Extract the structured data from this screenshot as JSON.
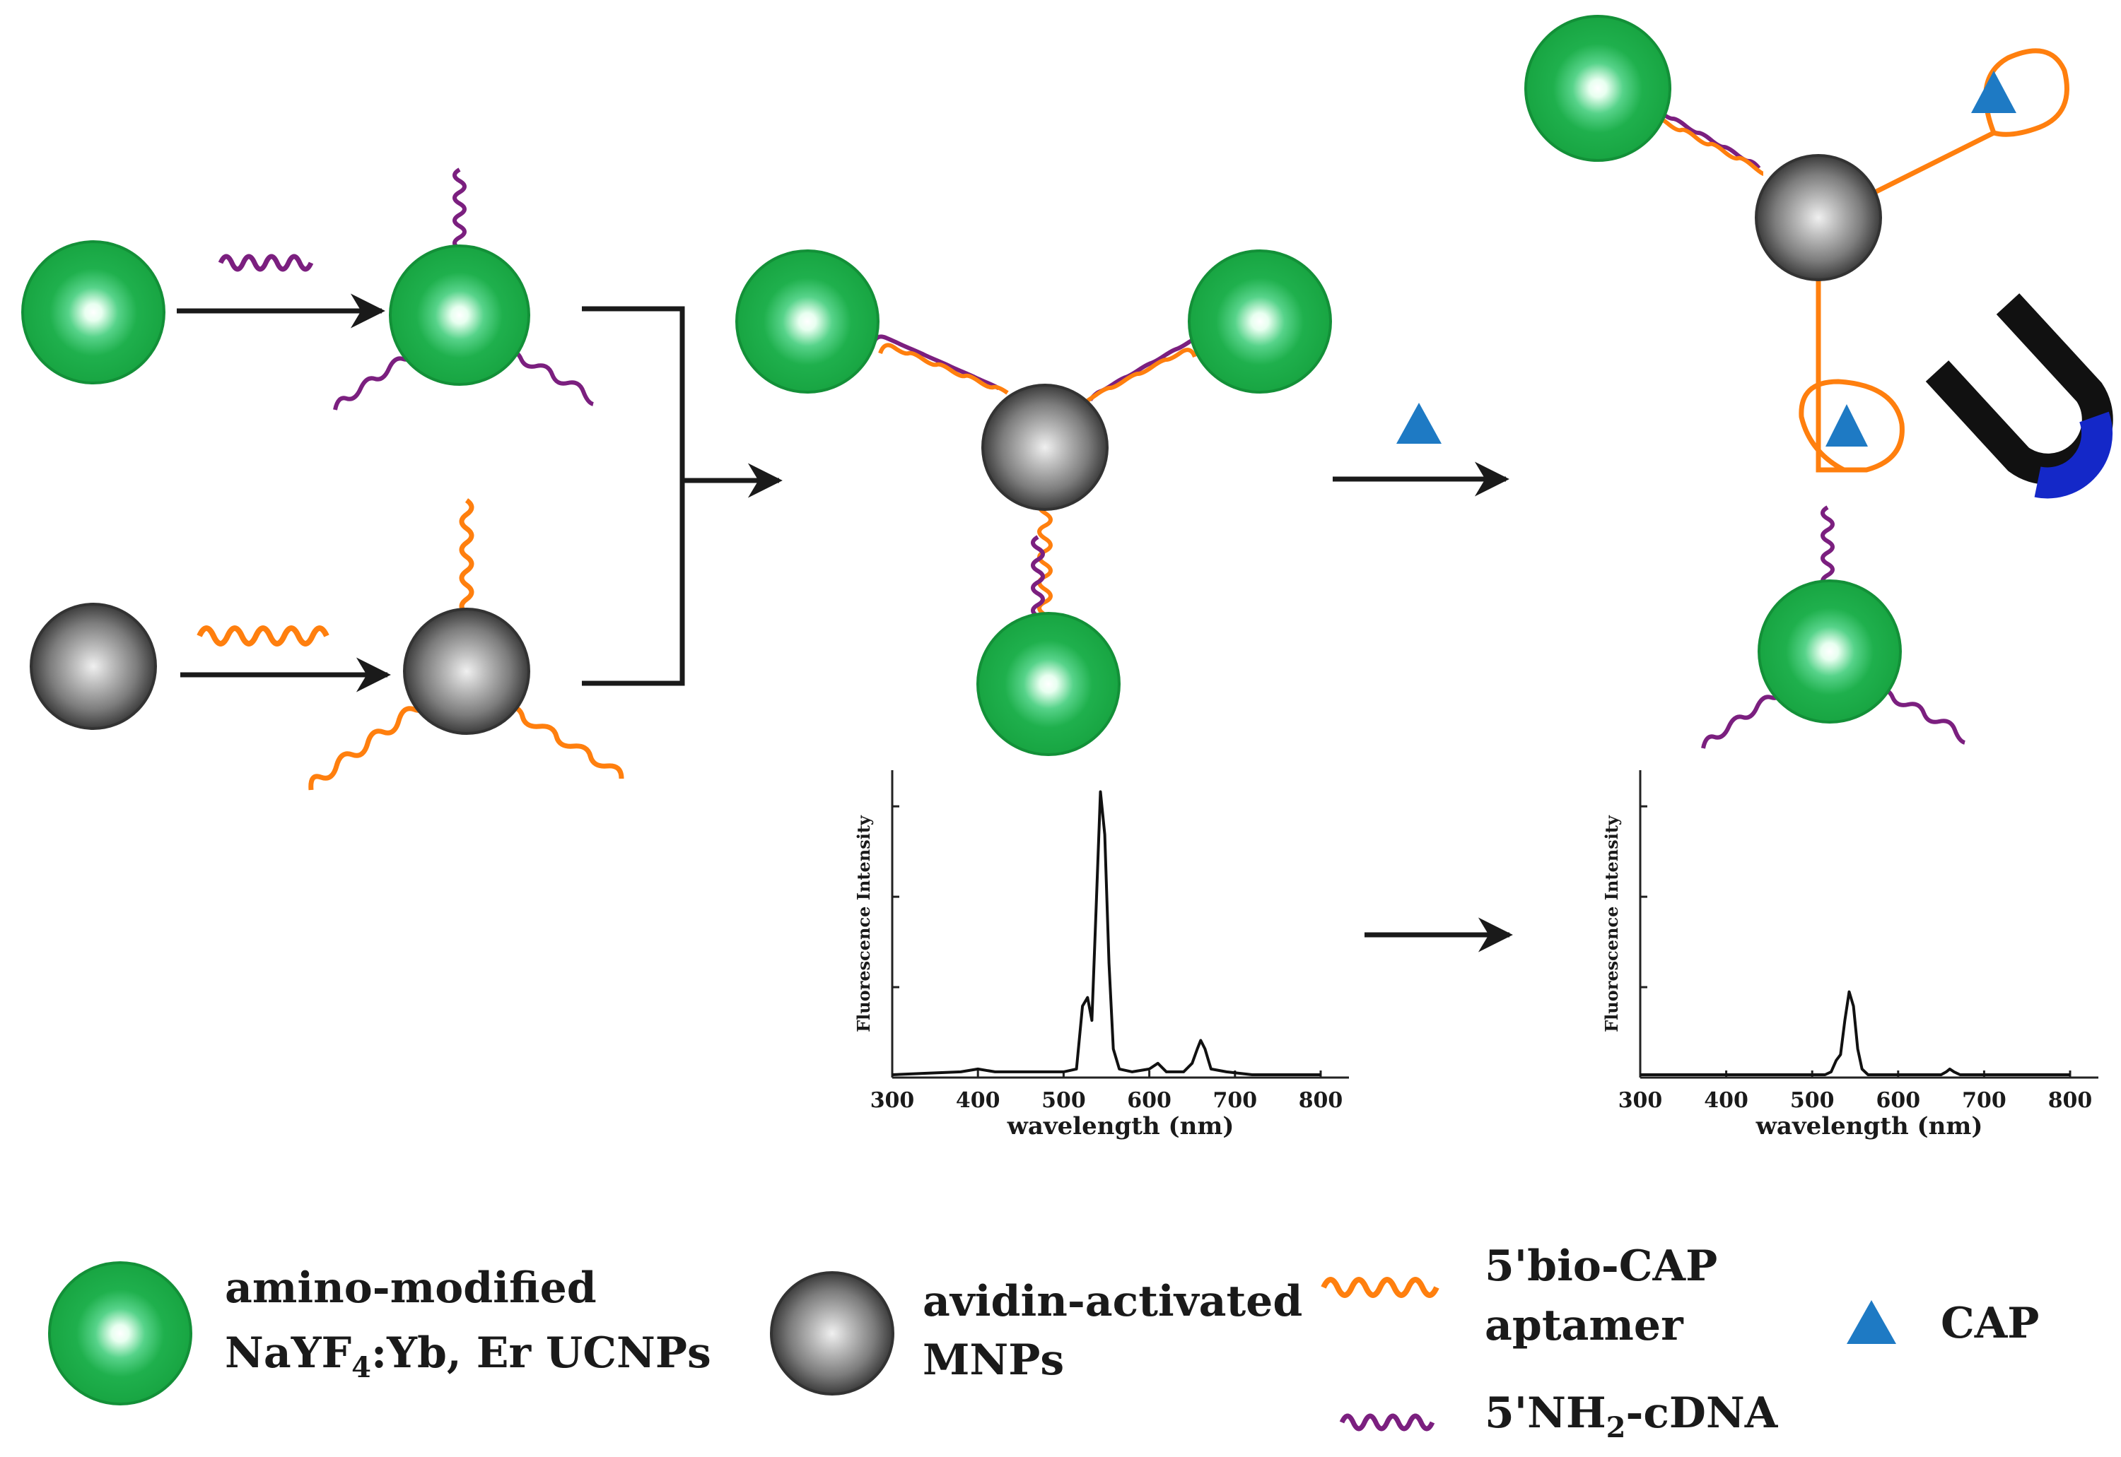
{
  "colors": {
    "ucnp_green": "#1db04a",
    "mnp_gray": "#6d6d6d",
    "aptamer_orange": "#ff7f0e",
    "cdna_purple": "#7b1f7f",
    "cap_blue": "#1e7ac4",
    "magnet_blue": "#1428c8",
    "magnet_black": "#111111"
  },
  "icons": [
    "ucnp-particle-icon",
    "mnp-particle-icon",
    "aptamer-strand-icon",
    "cdna-strand-icon",
    "cap-triangle-icon",
    "magnet-icon",
    "reaction-arrow-icon"
  ],
  "legend": {
    "ucnp": {
      "line1": "amino-modified",
      "line2_main": "NaYF",
      "line2_sub": "4",
      "line2_rest": ":Yb, Er UCNPs"
    },
    "mnp": {
      "line1": "avidin-activated",
      "line2": "MNPs"
    },
    "aptamer": {
      "line1": "5'bio-CAP",
      "line2": "aptamer"
    },
    "cap": "CAP",
    "cdna": {
      "pre": "5'NH",
      "sub": "2",
      "post": "-cDNA"
    }
  },
  "chart_data": [
    {
      "type": "line",
      "title": "",
      "xlabel": "wavelength (nm)",
      "ylabel": "Fluorescence Intensity",
      "xlim": [
        300,
        800
      ],
      "ylim": [
        0,
        1
      ],
      "x_ticks": [
        "300",
        "400",
        "500",
        "600",
        "700",
        "800"
      ],
      "series": [
        {
          "x": [
            300,
            340,
            380,
            400,
            420,
            460,
            500,
            515,
            522,
            528,
            533,
            538,
            543,
            548,
            553,
            558,
            565,
            580,
            600,
            610,
            620,
            640,
            650,
            656,
            660,
            665,
            672,
            690,
            720,
            800
          ],
          "y": [
            0.01,
            0.015,
            0.02,
            0.03,
            0.02,
            0.02,
            0.02,
            0.03,
            0.25,
            0.28,
            0.2,
            0.6,
            1.0,
            0.85,
            0.4,
            0.1,
            0.03,
            0.02,
            0.03,
            0.05,
            0.02,
            0.02,
            0.05,
            0.1,
            0.13,
            0.1,
            0.03,
            0.02,
            0.01,
            0.01
          ]
        }
      ]
    },
    {
      "type": "line",
      "title": "",
      "xlabel": "wavelength (nm)",
      "ylabel": "Fluorescence Intensity",
      "xlim": [
        300,
        800
      ],
      "ylim": [
        0,
        1
      ],
      "x_ticks": [
        "300",
        "400",
        "500",
        "600",
        "700",
        "800"
      ],
      "series": [
        {
          "x": [
            300,
            340,
            380,
            400,
            420,
            460,
            500,
            515,
            522,
            528,
            533,
            538,
            543,
            548,
            553,
            558,
            565,
            580,
            600,
            610,
            620,
            640,
            650,
            656,
            660,
            665,
            672,
            690,
            720,
            800
          ],
          "y": [
            0.01,
            0.01,
            0.01,
            0.01,
            0.01,
            0.01,
            0.01,
            0.01,
            0.02,
            0.06,
            0.08,
            0.2,
            0.3,
            0.25,
            0.1,
            0.03,
            0.01,
            0.01,
            0.01,
            0.01,
            0.01,
            0.01,
            0.01,
            0.02,
            0.03,
            0.02,
            0.01,
            0.01,
            0.01,
            0.01
          ]
        }
      ]
    }
  ]
}
